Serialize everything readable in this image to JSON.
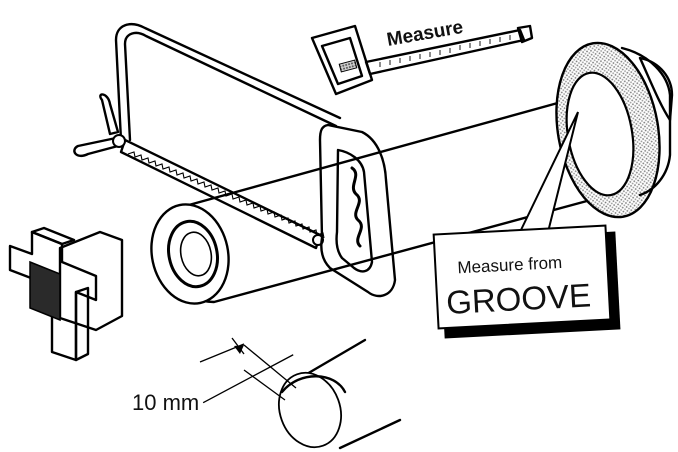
{
  "labels": {
    "measure": "Measure",
    "callout_line1": "Measure from",
    "callout_line2": "GROOVE",
    "dimension": "10 mm"
  },
  "icons": {
    "hacksaw": "hacksaw-icon",
    "tape_measure": "tape-measure-icon",
    "pipe": "pipe-icon",
    "deburring_tool": "deburring-tool-icon",
    "cut_end_detail": "pipe-end-detail-icon"
  },
  "colors": {
    "ink": "#000000",
    "paper": "#ffffff",
    "hatch": "#8a8a8a",
    "dark_fill": "#2a2a2a"
  }
}
